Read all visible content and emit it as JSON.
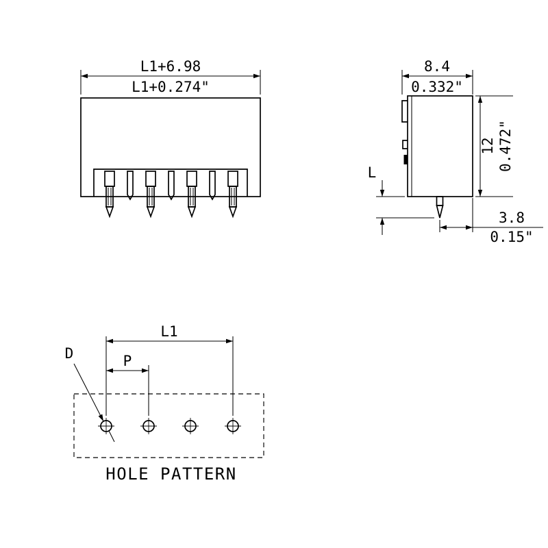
{
  "colors": {
    "line": "#000000",
    "background": "#ffffff"
  },
  "front_view": {
    "dim_width_mm": "L1+6.98",
    "dim_width_in": "L1+0.274\"",
    "pin_count": 4
  },
  "side_view": {
    "dim_depth_mm": "8.4",
    "dim_depth_in": "0.332\"",
    "dim_height_mm": "12",
    "dim_height_in": "0.472\"",
    "pin_length_label": "L",
    "dim_pin_to_edge_mm": "3.8",
    "dim_pin_to_edge_in": "0.15\""
  },
  "hole_pattern": {
    "dim_span_label": "L1",
    "dim_pitch_label": "P",
    "hole_dia_label": "D",
    "hole_count": 4,
    "caption": "HOLE PATTERN"
  }
}
